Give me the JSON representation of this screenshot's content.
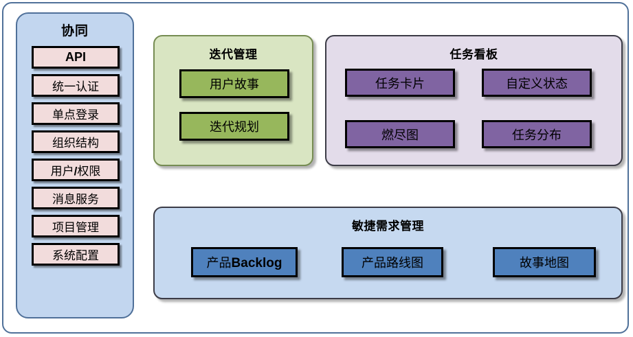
{
  "diagram": {
    "frame": {
      "name": "outer-frame"
    },
    "colors": {
      "frame_border": "#4f7099",
      "sidebar_fill": "#c2d6ef",
      "sidebar_item_fill": "#f2dcdc",
      "iteration_panel_fill": "#d9e5c2",
      "iteration_tile_fill": "#97b75c",
      "taskboard_panel_fill": "#e3dcea",
      "taskboard_tile_fill": "#8064a2",
      "agile_panel_fill": "#c6d9f0",
      "agile_tile_fill": "#4f81bd"
    }
  },
  "sidebar": {
    "title": "协同",
    "items": [
      {
        "label": "API",
        "style": "sans"
      },
      {
        "label": "统一认证",
        "style": "serif"
      },
      {
        "label": "单点登录",
        "style": "serif"
      },
      {
        "label": "组织结构",
        "style": "serif"
      },
      {
        "label": "用户/权限",
        "style": "serif"
      },
      {
        "label": "消息服务",
        "style": "serif"
      },
      {
        "label": "项目管理",
        "style": "serif"
      },
      {
        "label": "系统配置",
        "style": "serif"
      }
    ]
  },
  "iteration_panel": {
    "title": "迭代管理",
    "tiles": [
      {
        "label": "用户故事"
      },
      {
        "label": "迭代规划"
      }
    ]
  },
  "taskboard_panel": {
    "title": "任务看板",
    "tiles": [
      {
        "label": "任务卡片"
      },
      {
        "label": "自定义状态"
      },
      {
        "label": "燃尽图"
      },
      {
        "label": "任务分布"
      }
    ]
  },
  "agile_panel": {
    "title": "敏捷需求管理",
    "tiles": [
      {
        "label": "产品Backlog"
      },
      {
        "label": "产品路线图"
      },
      {
        "label": "故事地图"
      }
    ]
  }
}
